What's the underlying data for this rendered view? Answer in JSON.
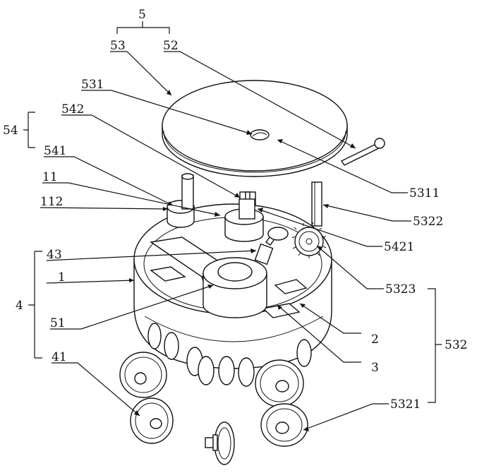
{
  "labels": {
    "l5": "5",
    "l53": "53",
    "l52": "52",
    "l531": "531",
    "l542": "542",
    "l54": "54",
    "l541": "541",
    "l11": "11",
    "l112": "112",
    "l43": "43",
    "l1": "1",
    "l4": "4",
    "l51": "51",
    "l41": "41",
    "l5311": "5311",
    "l5322": "5322",
    "l5421": "5421",
    "l5323": "5323",
    "l2": "2",
    "l532": "532",
    "l3": "3",
    "l5321": "5321"
  }
}
